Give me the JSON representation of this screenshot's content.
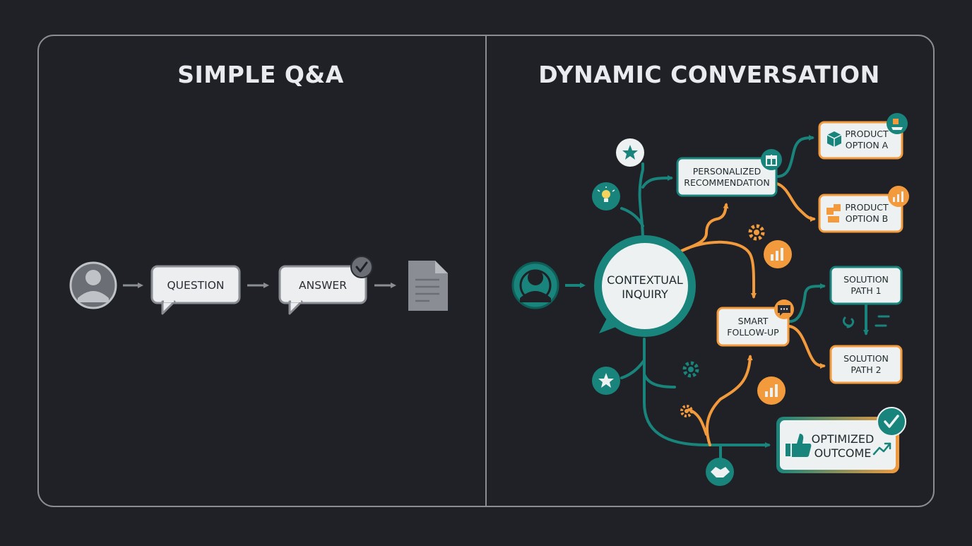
{
  "colors": {
    "background": "#1f2126",
    "panel_border": "#8a8d93",
    "teal": "#19847c",
    "orange": "#f29a3c",
    "grey_icon": "#6b6e74",
    "box_fill": "#eef1f2"
  },
  "left_panel": {
    "title": "SIMPLE Q&A",
    "question_label": "QUESTION",
    "answer_label": "ANSWER",
    "icons": [
      "user-icon",
      "arrow-icon",
      "checkmark-icon",
      "document-icon"
    ]
  },
  "right_panel": {
    "title": "DYNAMIC CONVERSATION",
    "center": {
      "line1": "CONTEXTUAL",
      "line2": "INQUIRY"
    },
    "personalized": {
      "line1": "PERSONALIZED",
      "line2": "RECOMMENDATION"
    },
    "product_a": {
      "line1": "PRODUCT",
      "line2": "OPTION A"
    },
    "product_b": {
      "line1": "PRODUCT",
      "line2": "OPTION B"
    },
    "smart_followup": {
      "line1": "SMART",
      "line2": "FOLLOW-UP"
    },
    "solution_1": {
      "line1": "SOLUTION",
      "line2": "PATH 1"
    },
    "solution_2": {
      "line1": "SOLUTION",
      "line2": "PATH 2"
    },
    "outcome": {
      "line1": "OPTIMIZED",
      "line2": "OUTCOME"
    },
    "icons": [
      "user-icon",
      "star-icon",
      "lightbulb-icon",
      "gear-icon",
      "chart-icon",
      "gift-icon",
      "chat-icon",
      "handshake-icon",
      "thumbs-up-icon",
      "trend-icon",
      "box-icon",
      "swap-icon",
      "checkmark-icon"
    ]
  }
}
